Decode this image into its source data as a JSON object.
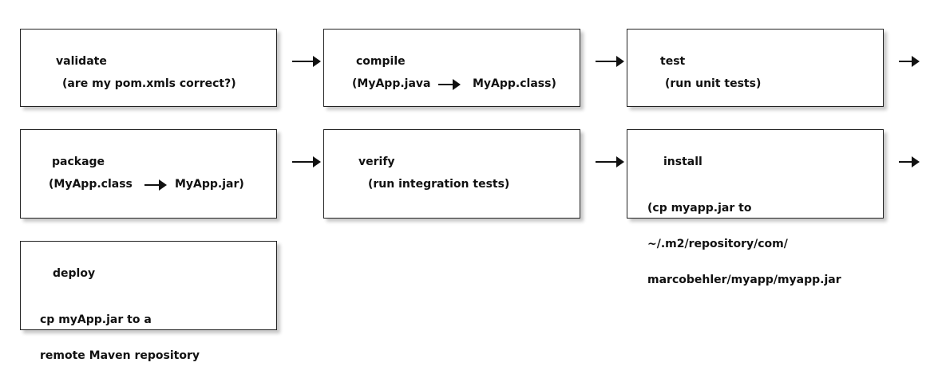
{
  "steps": {
    "validate": {
      "name": "validate",
      "desc": "(are my pom.xmls correct?)"
    },
    "compile": {
      "name": "compile",
      "from": "(MyApp.java",
      "to": "MyApp.class)"
    },
    "test": {
      "name": "test",
      "desc": "(run unit tests)"
    },
    "package": {
      "name": "package",
      "from": "(MyApp.class",
      "to": "MyApp.jar)"
    },
    "verify": {
      "name": "verify",
      "desc": "(run integration tests)"
    },
    "install": {
      "name": "install",
      "desc_lines": [
        "(cp myapp.jar to",
        "~/.m2/repository/com/",
        "marcobehler/myapp/myapp.jar"
      ]
    },
    "deploy": {
      "name": "deploy",
      "desc_lines": [
        "cp myApp.jar to a",
        "remote Maven repository"
      ]
    }
  }
}
